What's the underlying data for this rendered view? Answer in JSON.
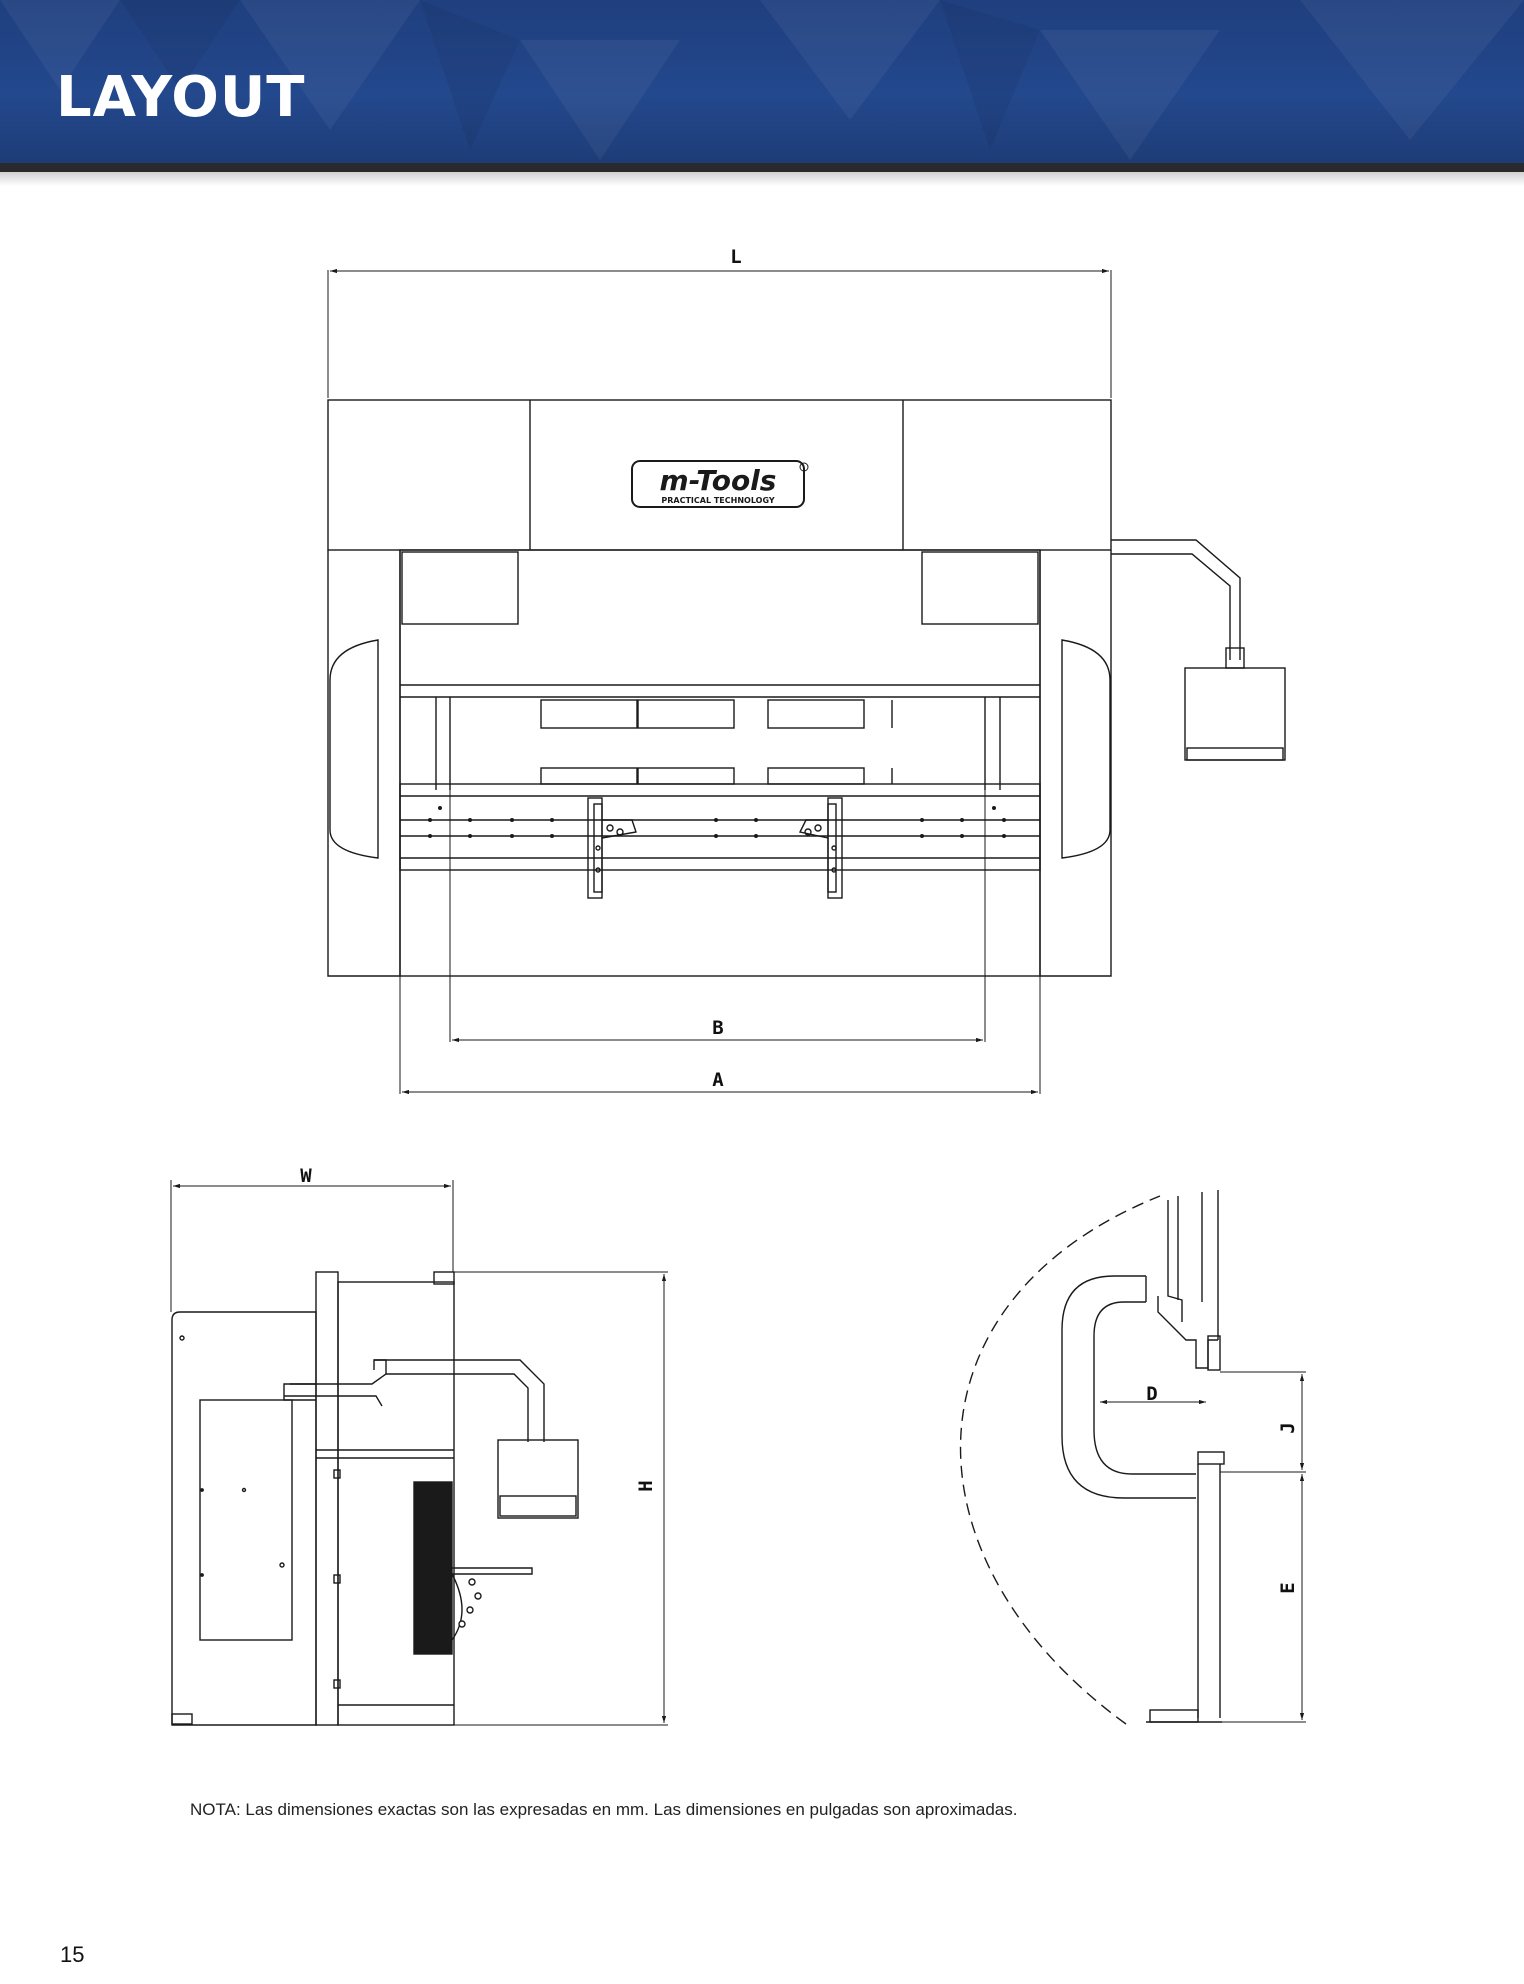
{
  "header": {
    "title": "LAYOUT"
  },
  "logo": {
    "brand": "m-Tools",
    "tagline": "PRACTICAL TECHNOLOGY"
  },
  "front_view": {
    "dim_L": "L",
    "dim_B": "B",
    "dim_A": "A"
  },
  "side_view": {
    "dim_W": "W",
    "dim_H": "H"
  },
  "detail_view": {
    "dim_D": "D",
    "dim_J": "J",
    "dim_E": "E"
  },
  "note": {
    "label": "NOTA:",
    "text": "Las dimensiones exactas son las expresadas en mm. Las dimensiones en pulgadas son aproximadas."
  },
  "page_number": "15",
  "colors": {
    "header_blue": "#23488d",
    "header_dark_bar": "#2a2a2e",
    "line": "#1a1a1a"
  }
}
